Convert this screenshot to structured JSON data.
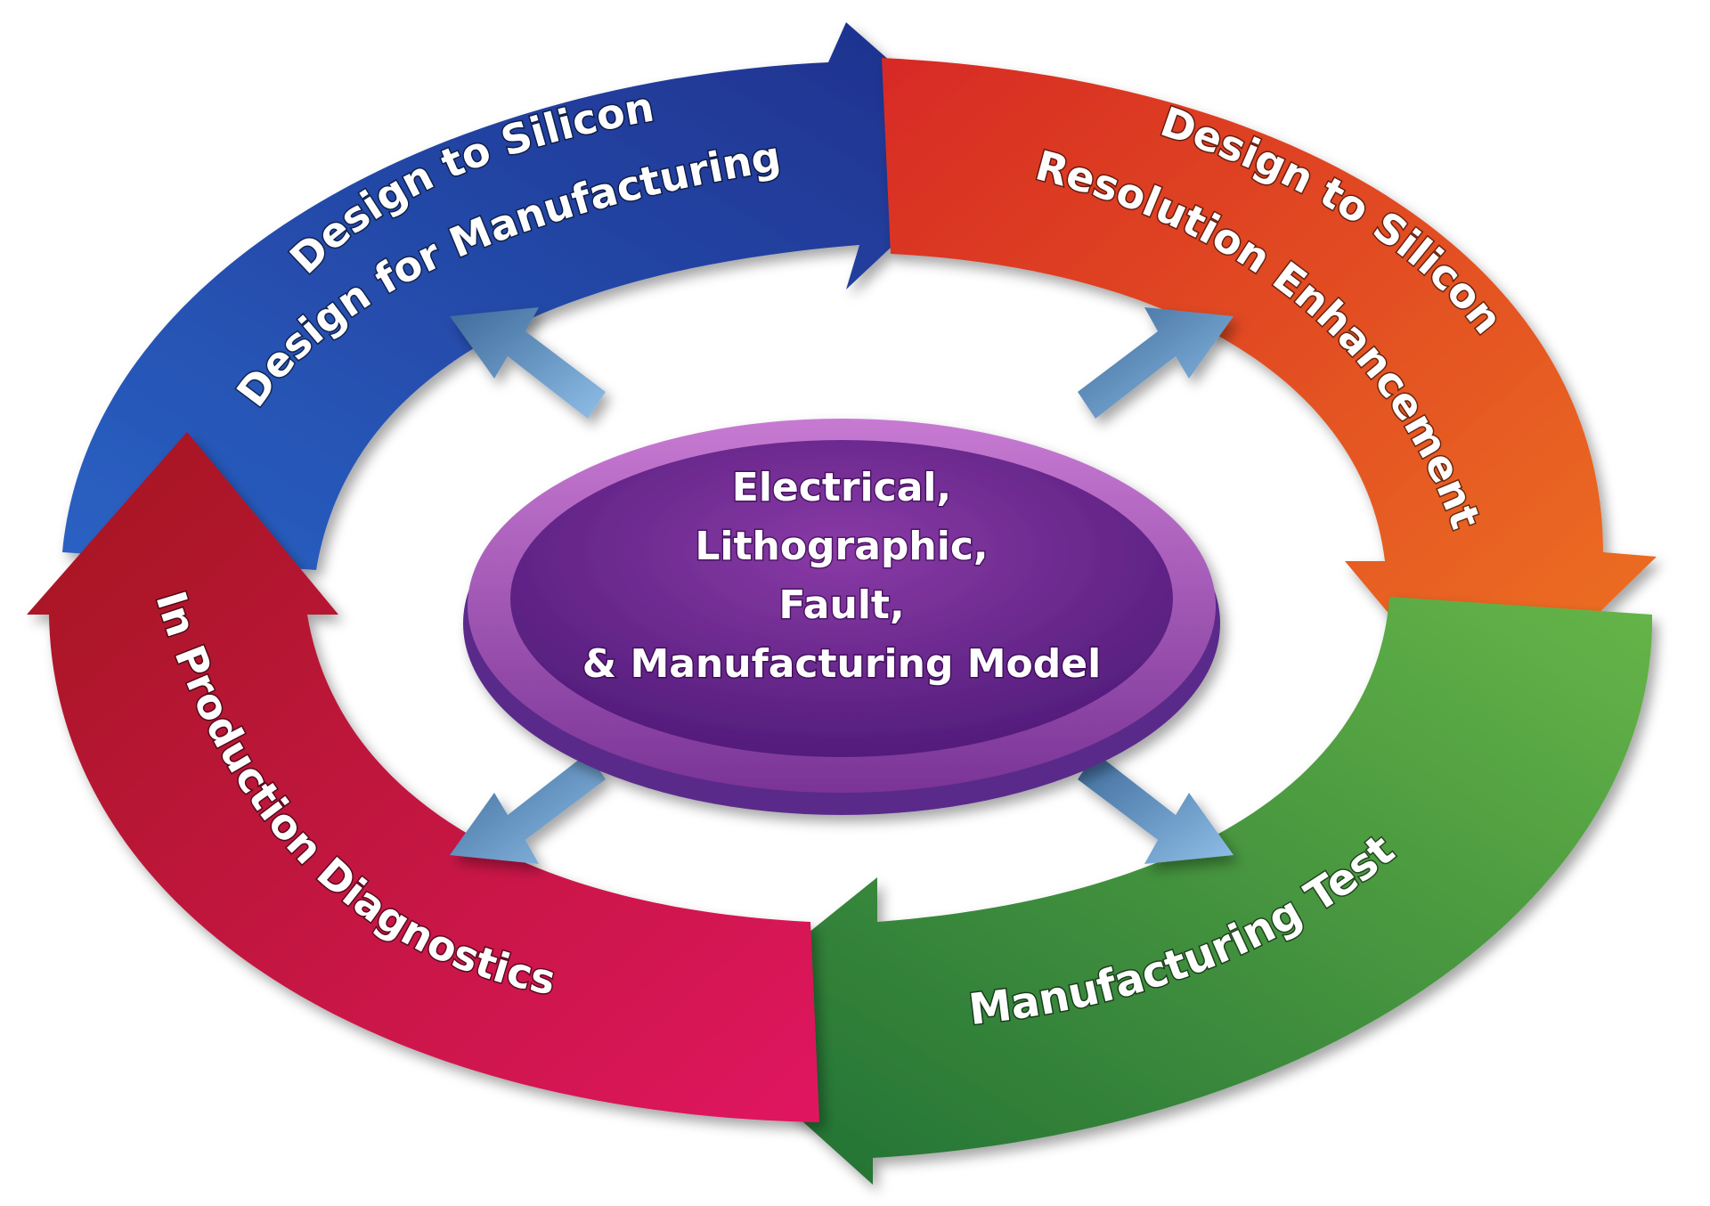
{
  "center": {
    "lines": [
      "Electrical,",
      "Lithographic,",
      "Fault,",
      "& Manufacturing Model"
    ],
    "colors": {
      "rim": "#b05ac0",
      "face": "#7a2e9a",
      "face_dark": "#4e1a78"
    }
  },
  "segments": [
    {
      "id": "dfm",
      "lines": [
        "Design to Silicon",
        "Design for Manufacturing"
      ],
      "colors": [
        "#1e3f9c",
        "#2a62c4"
      ]
    },
    {
      "id": "ret",
      "lines": [
        "Design to Silicon",
        "Resolution Enhancement"
      ],
      "colors": [
        "#d72a25",
        "#ee7420"
      ]
    },
    {
      "id": "test",
      "lines": [
        "Manufacturing Test"
      ],
      "colors": [
        "#1f6e34",
        "#66b548"
      ]
    },
    {
      "id": "diag",
      "lines": [
        "In Production Diagnostics"
      ],
      "colors": [
        "#c81a35",
        "#e01660"
      ]
    }
  ],
  "connector_color": "#5f8fbf"
}
